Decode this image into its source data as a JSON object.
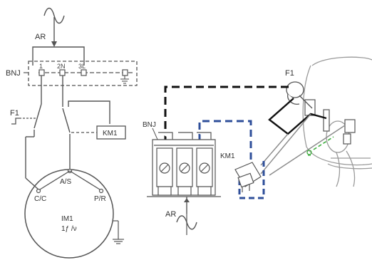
{
  "labels": {
    "ar_top": "AR",
    "bnj_left": "BNJ",
    "term_1": "1",
    "term_2n": "2N",
    "term_3l": "3L",
    "f1_left": "F1",
    "km1_box": "KM1",
    "as": "A/S",
    "cc": "C/C",
    "pr": "P/R",
    "im1": "IM1",
    "freq": "1ƒ /ν",
    "f1_right": "F1",
    "bnj_right": "BNJ",
    "km1_right": "KM1",
    "ar_bottom": "AR"
  },
  "colors": {
    "line": "#555555",
    "dark": "#111111",
    "blue": "#2f4f9a",
    "green": "#3fae3f",
    "gray": "#8a8a8a"
  }
}
